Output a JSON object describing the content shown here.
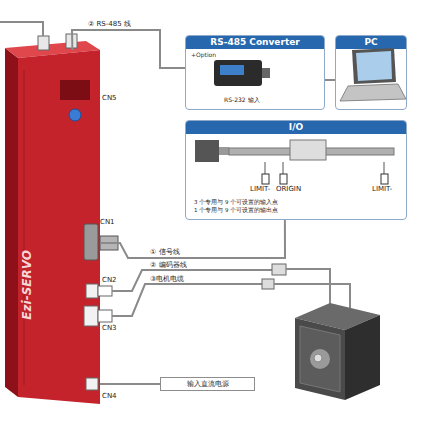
{
  "diagram": {
    "nodes": [
      {
        "text": [
          "RS-485 Converter",
          "+Option",
          "RS-232 输入"
        ]
      },
      {
        "text": [
          "PC"
        ]
      },
      {
        "text": [
          "I/O"
        ]
      },
      {
        "text": [
          "Ezi-SERVO"
        ]
      },
      {
        "text": [
          "输入直流电源"
        ]
      }
    ],
    "edges": [
      {
        "from": 3,
        "to": 0,
        "label": "② RS-485 线",
        "arrow": "none"
      },
      {
        "from": 0,
        "to": 1,
        "arrow": "none"
      },
      {
        "from": 3,
        "to": 2,
        "label": "① 信号线",
        "arrow": "none"
      },
      {
        "from": 3,
        "to": 4,
        "arrow": "none"
      }
    ],
    "labels": [
      "CN5",
      "CN1",
      "CN2",
      "CN3",
      "CN4",
      "② 编码器线",
      "③电机电缆",
      "LIMIT-",
      "ORIGIN",
      "LIMIT-",
      "3 个专用与 9 个可设置的输入点",
      "1 个专用与 9 个可设置的输出点"
    ]
  }
}
